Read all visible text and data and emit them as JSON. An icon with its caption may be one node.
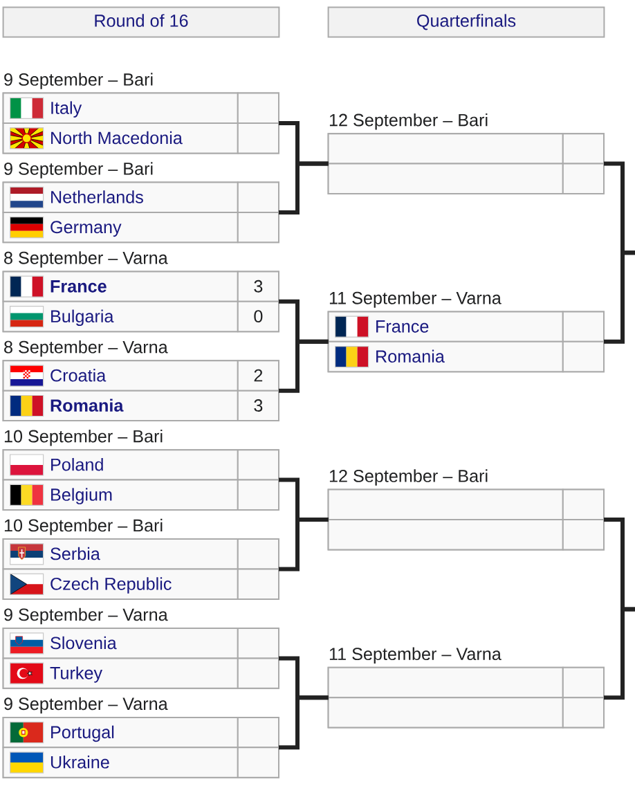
{
  "diagram": {
    "nodes": [
      {
        "text": [
          "Round of 16"
        ]
      },
      {
        "text": [
          "Quarterfinals"
        ]
      },
      {
        "text": [
          "9 September – Bari"
        ]
      },
      {
        "text": [
          "Italy"
        ],
        "in": 2
      },
      {
        "text": [],
        "shape": "box",
        "in": 2
      },
      {
        "text": [
          "North Macedonia"
        ],
        "in": 2
      },
      {
        "text": [],
        "shape": "box",
        "in": 2
      },
      {
        "text": [
          "9 September – Bari"
        ]
      },
      {
        "text": [
          "Netherlands"
        ],
        "in": 7
      },
      {
        "text": [],
        "shape": "box",
        "in": 7
      },
      {
        "text": [
          "Germany"
        ],
        "in": 7
      },
      {
        "text": [],
        "shape": "box",
        "in": 7
      },
      {
        "text": [
          "8 September – Varna"
        ]
      },
      {
        "text": [
          "France"
        ],
        "in": 12
      },
      {
        "text": [
          "3"
        ],
        "in": 12
      },
      {
        "text": [
          "Bulgaria"
        ],
        "in": 12
      },
      {
        "text": [
          "0"
        ],
        "in": 12
      },
      {
        "text": [
          "8 September – Varna"
        ]
      },
      {
        "text": [
          "Croatia"
        ],
        "in": 17
      },
      {
        "text": [
          "2"
        ],
        "in": 17
      },
      {
        "text": [
          "Romania"
        ],
        "in": 17
      },
      {
        "text": [
          "3"
        ],
        "in": 17
      },
      {
        "text": [
          "10 September – Bari"
        ]
      },
      {
        "text": [
          "Poland"
        ],
        "in": 22
      },
      {
        "text": [],
        "shape": "box",
        "in": 22
      },
      {
        "text": [
          "Belgium"
        ],
        "in": 22
      },
      {
        "text": [],
        "shape": "box",
        "in": 22
      },
      {
        "text": [
          "10 September – Bari"
        ]
      },
      {
        "text": [
          "Serbia"
        ],
        "in": 27
      },
      {
        "text": [],
        "shape": "box",
        "in": 27
      },
      {
        "text": [
          "Czech Republic"
        ],
        "in": 27
      },
      {
        "text": [],
        "shape": "box",
        "in": 27
      },
      {
        "text": [
          "9 September – Varna"
        ]
      },
      {
        "text": [
          "Slovenia"
        ],
        "in": 32
      },
      {
        "text": [],
        "shape": "box",
        "in": 32
      },
      {
        "text": [
          "Turkey"
        ],
        "in": 32
      },
      {
        "text": [],
        "shape": "box",
        "in": 32
      },
      {
        "text": [
          "9 September – Varna"
        ]
      },
      {
        "text": [
          "Portugal"
        ],
        "in": 37
      },
      {
        "text": [],
        "shape": "box",
        "in": 37
      },
      {
        "text": [
          "Ukraine"
        ],
        "in": 37
      },
      {
        "text": [],
        "shape": "box",
        "in": 37
      },
      {
        "text": [
          "12 September – Bari"
        ]
      },
      {
        "text": [],
        "shape": "box",
        "in": 42
      },
      {
        "text": [],
        "shape": "box",
        "in": 42
      },
      {
        "text": [],
        "shape": "box",
        "in": 42
      },
      {
        "text": [],
        "shape": "box",
        "in": 42
      },
      {
        "text": [
          "11 September – Varna"
        ]
      },
      {
        "text": [
          "France"
        ],
        "in": 47
      },
      {
        "text": [],
        "shape": "box",
        "in": 47
      },
      {
        "text": [
          "Romania"
        ],
        "in": 47
      },
      {
        "text": [],
        "shape": "box",
        "in": 47
      },
      {
        "text": [
          "12 September – Bari"
        ]
      },
      {
        "text": [],
        "shape": "box",
        "in": 52
      },
      {
        "text": [],
        "shape": "box",
        "in": 52
      },
      {
        "text": [],
        "shape": "box",
        "in": 52
      },
      {
        "text": [],
        "shape": "box",
        "in": 52
      },
      {
        "text": [
          "11 September – Varna"
        ]
      },
      {
        "text": [],
        "shape": "box",
        "in": 57
      },
      {
        "text": [],
        "shape": "box",
        "in": 57
      },
      {
        "text": [],
        "shape": "box",
        "in": 57
      },
      {
        "text": [],
        "shape": "box",
        "in": 57
      }
    ],
    "edges": [
      {
        "from": 2,
        "to": 42,
        "arrow": "none"
      },
      {
        "from": 7,
        "to": 42,
        "arrow": "none"
      },
      {
        "from": 12,
        "to": 47,
        "arrow": "none"
      },
      {
        "from": 17,
        "to": 47,
        "arrow": "none"
      },
      {
        "from": 22,
        "to": 52,
        "arrow": "none"
      },
      {
        "from": 27,
        "to": 52,
        "arrow": "none"
      },
      {
        "from": 32,
        "to": 57,
        "arrow": "none"
      },
      {
        "from": 37,
        "to": 57,
        "arrow": "none"
      },
      {
        "from": 42,
        "to": null,
        "arrow": "none"
      },
      {
        "from": 47,
        "to": null,
        "arrow": "none"
      },
      {
        "from": 52,
        "to": null,
        "arrow": "none"
      },
      {
        "from": 57,
        "to": null,
        "arrow": "none"
      }
    ]
  }
}
